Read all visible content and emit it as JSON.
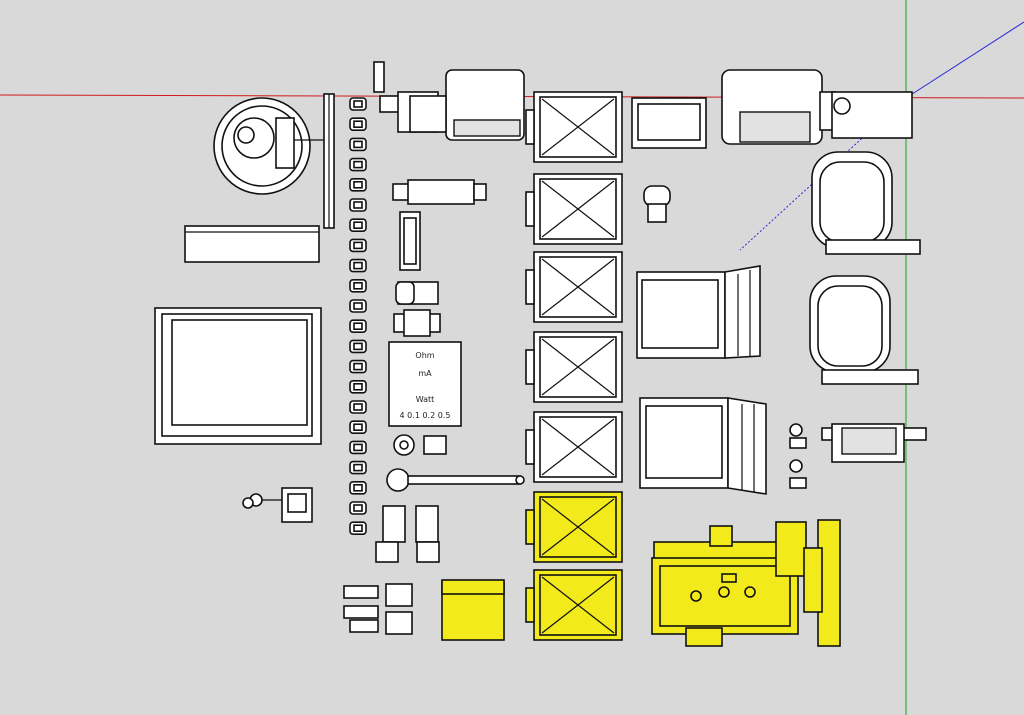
{
  "colors": {
    "background": "#d9d9d9",
    "x_axis": "#d11a1a",
    "y_axis": "#17a317",
    "z_axis": "#2a2ad6",
    "selected": "#f3ea1c",
    "line": "#111111"
  },
  "panel_text": {
    "line1": "Ohm",
    "line2": "mA",
    "line3": "Watt",
    "line4": "4  0.1  0.2  0.5"
  }
}
